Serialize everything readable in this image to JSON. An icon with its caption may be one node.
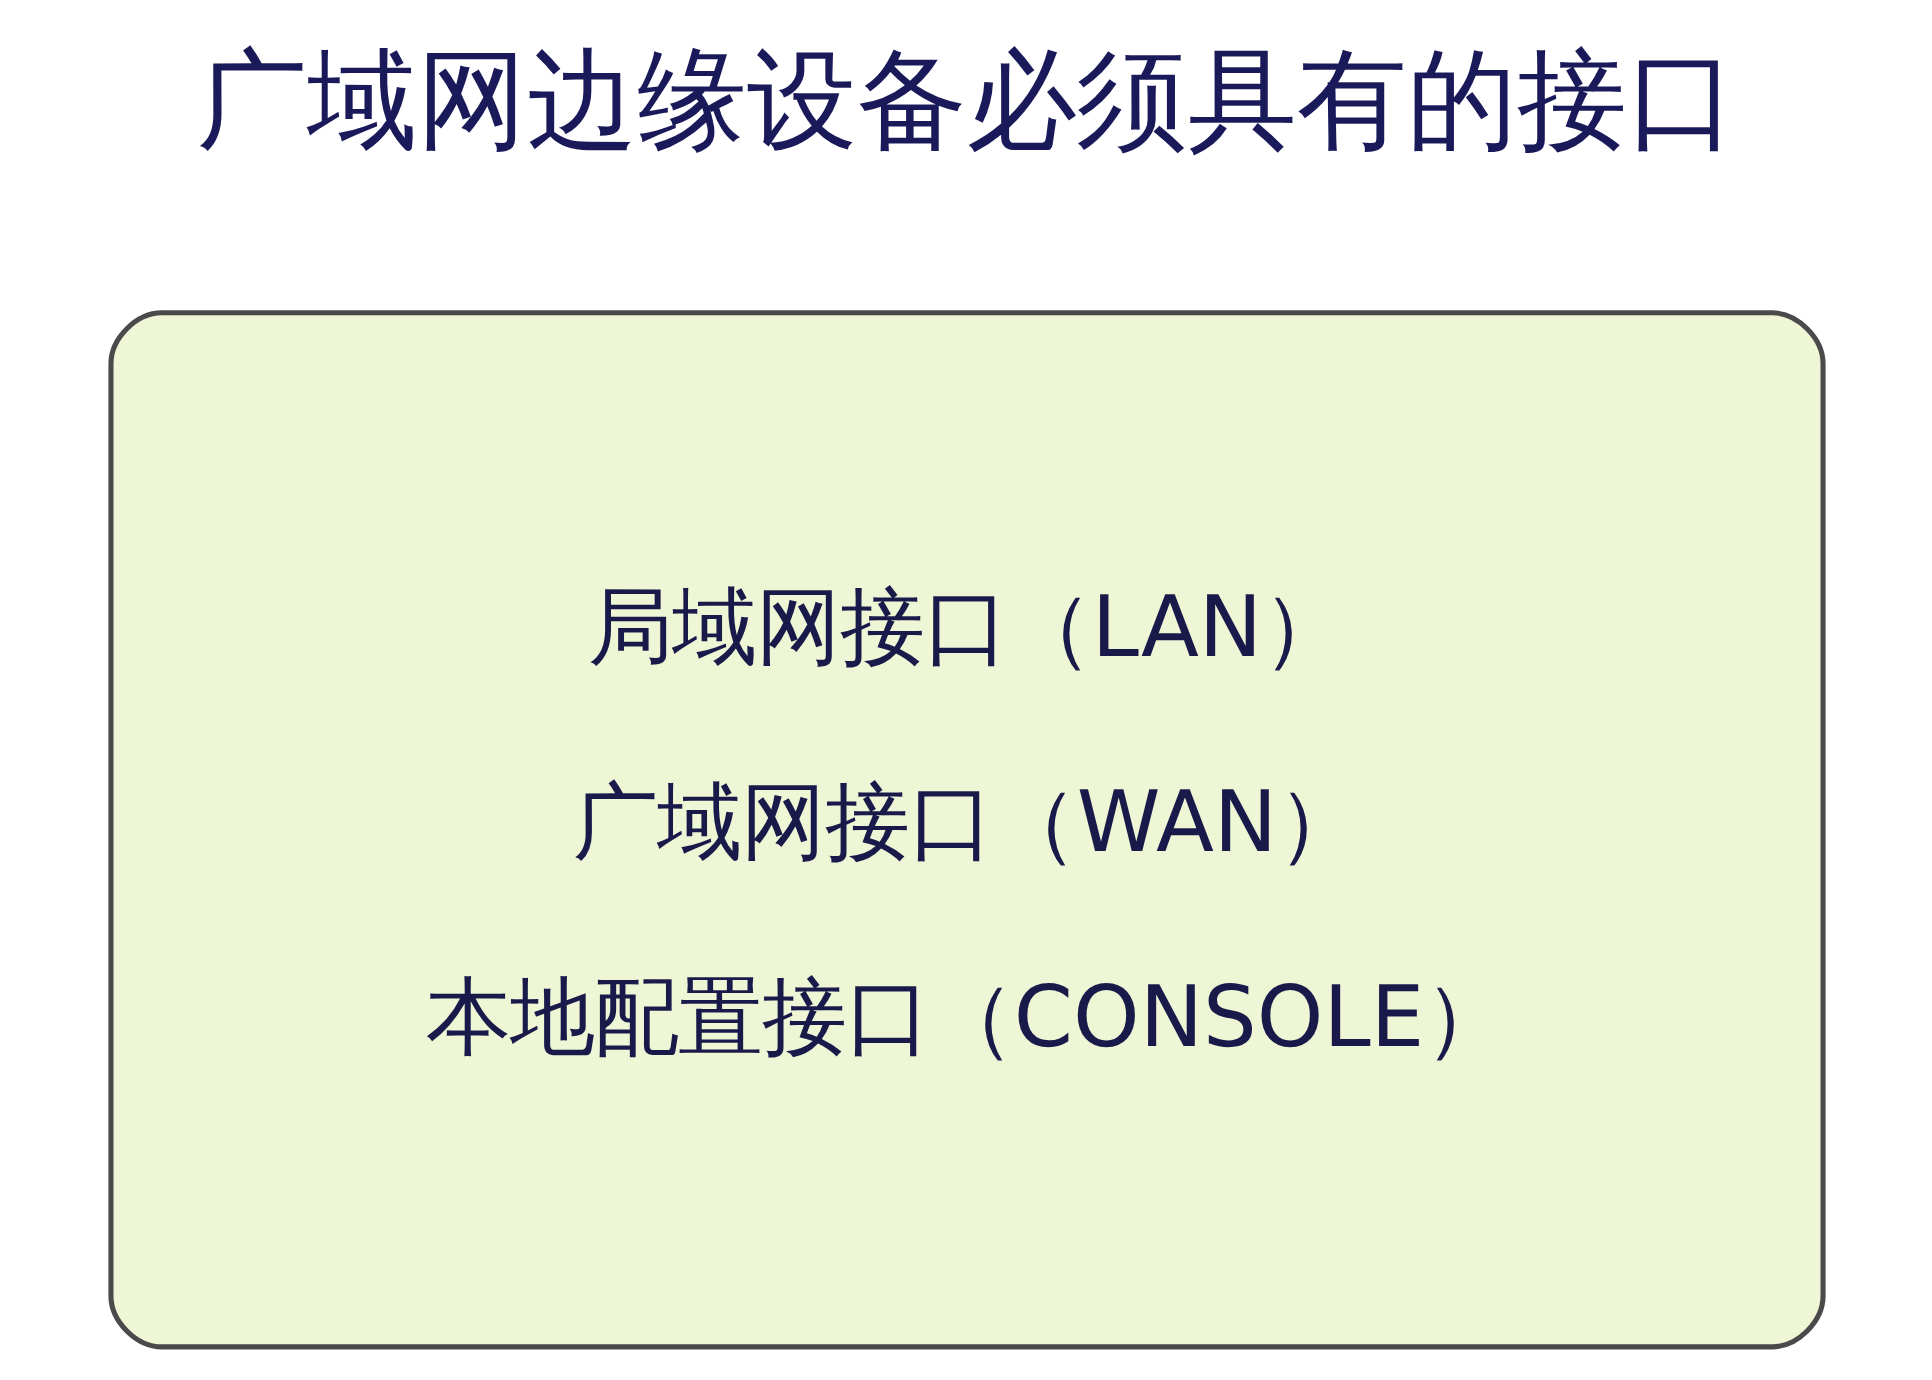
{
  "diagram": {
    "title": "广域网边缘设备必须具有的接口",
    "nodes": [
      {
        "text": [
          "局域网接口（LAN）",
          "广域网接口（WAN）",
          "本地配置接口（CONSOLE）"
        ]
      }
    ]
  }
}
